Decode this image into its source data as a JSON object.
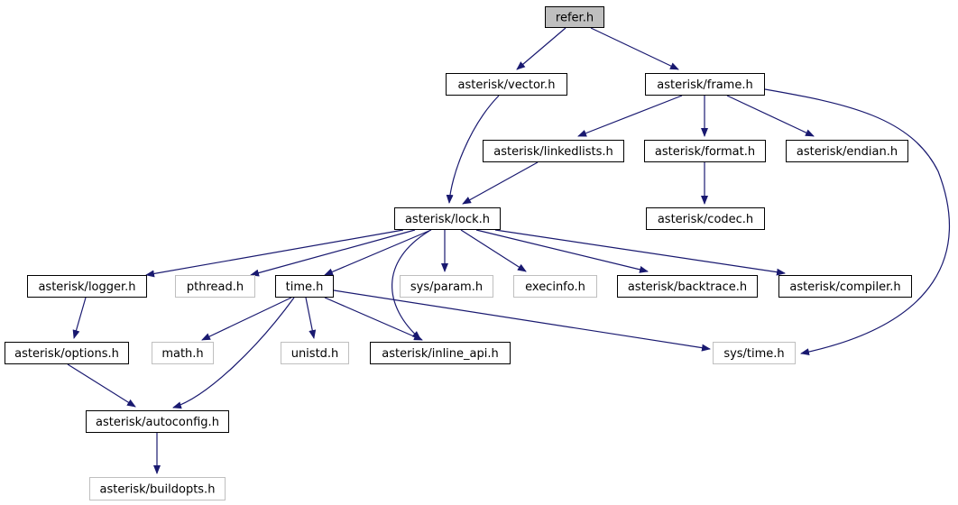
{
  "title": "refer.h",
  "colors": {
    "edge": "#191970",
    "root_fill": "#bfbfbf",
    "system_border": "#bfbfbf",
    "node_border": "#000000"
  },
  "nodes": [
    {
      "id": "refer",
      "label": "refer.h",
      "kind": "root"
    },
    {
      "id": "vector",
      "label": "asterisk/vector.h",
      "kind": "normal"
    },
    {
      "id": "frame",
      "label": "asterisk/frame.h",
      "kind": "normal"
    },
    {
      "id": "linkedlists",
      "label": "asterisk/linkedlists.h",
      "kind": "normal"
    },
    {
      "id": "format",
      "label": "asterisk/format.h",
      "kind": "normal"
    },
    {
      "id": "endian",
      "label": "asterisk/endian.h",
      "kind": "normal"
    },
    {
      "id": "codec",
      "label": "asterisk/codec.h",
      "kind": "normal"
    },
    {
      "id": "lock",
      "label": "asterisk/lock.h",
      "kind": "normal"
    },
    {
      "id": "logger",
      "label": "asterisk/logger.h",
      "kind": "normal"
    },
    {
      "id": "pthread",
      "label": "pthread.h",
      "kind": "system"
    },
    {
      "id": "time",
      "label": "time.h",
      "kind": "normal"
    },
    {
      "id": "sysparam",
      "label": "sys/param.h",
      "kind": "system"
    },
    {
      "id": "execinfo",
      "label": "execinfo.h",
      "kind": "system"
    },
    {
      "id": "backtrace",
      "label": "asterisk/backtrace.h",
      "kind": "normal"
    },
    {
      "id": "compiler",
      "label": "asterisk/compiler.h",
      "kind": "normal"
    },
    {
      "id": "options",
      "label": "asterisk/options.h",
      "kind": "normal"
    },
    {
      "id": "math",
      "label": "math.h",
      "kind": "system"
    },
    {
      "id": "unistd",
      "label": "unistd.h",
      "kind": "system"
    },
    {
      "id": "inline_api",
      "label": "asterisk/inline_api.h",
      "kind": "normal"
    },
    {
      "id": "systime",
      "label": "sys/time.h",
      "kind": "system"
    },
    {
      "id": "autoconfig",
      "label": "asterisk/autoconfig.h",
      "kind": "normal"
    },
    {
      "id": "buildopts",
      "label": "asterisk/buildopts.h",
      "kind": "system"
    }
  ],
  "edges": [
    {
      "from": "refer",
      "to": "vector"
    },
    {
      "from": "refer",
      "to": "frame"
    },
    {
      "from": "vector",
      "to": "lock"
    },
    {
      "from": "frame",
      "to": "linkedlists"
    },
    {
      "from": "frame",
      "to": "format"
    },
    {
      "from": "frame",
      "to": "endian"
    },
    {
      "from": "frame",
      "to": "systime"
    },
    {
      "from": "linkedlists",
      "to": "lock"
    },
    {
      "from": "format",
      "to": "codec"
    },
    {
      "from": "lock",
      "to": "logger"
    },
    {
      "from": "lock",
      "to": "pthread"
    },
    {
      "from": "lock",
      "to": "time"
    },
    {
      "from": "lock",
      "to": "inline_api"
    },
    {
      "from": "lock",
      "to": "sysparam"
    },
    {
      "from": "lock",
      "to": "execinfo"
    },
    {
      "from": "lock",
      "to": "backtrace"
    },
    {
      "from": "lock",
      "to": "compiler"
    },
    {
      "from": "logger",
      "to": "options"
    },
    {
      "from": "time",
      "to": "math"
    },
    {
      "from": "time",
      "to": "unistd"
    },
    {
      "from": "time",
      "to": "inline_api"
    },
    {
      "from": "time",
      "to": "systime"
    },
    {
      "from": "time",
      "to": "autoconfig"
    },
    {
      "from": "options",
      "to": "autoconfig"
    },
    {
      "from": "autoconfig",
      "to": "buildopts"
    }
  ]
}
